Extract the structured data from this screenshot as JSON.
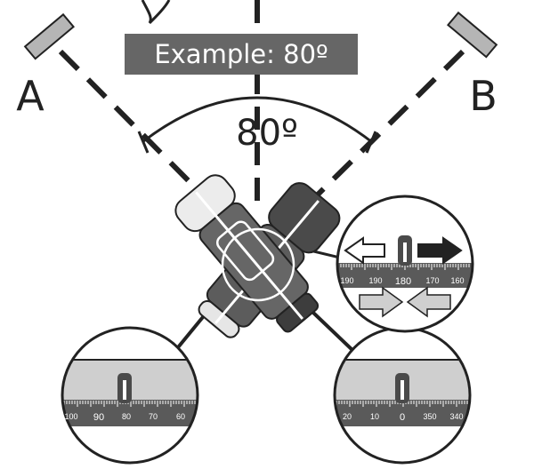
{
  "banner": {
    "text": "Example: 80º"
  },
  "angle_label": "80º",
  "markers": {
    "a": "A",
    "b": "B"
  },
  "scales": {
    "left": {
      "labels": [
        "100",
        "90",
        "80",
        "70",
        "60"
      ]
    },
    "right": {
      "labels": [
        "20",
        "10",
        "0",
        "350",
        "340"
      ]
    },
    "inset": {
      "labels": [
        "190",
        "190",
        "180",
        "170",
        "160"
      ]
    }
  },
  "colors": {
    "ink": "#222222",
    "banner_bg": "#666666",
    "scale_dark": "#5a5a5a",
    "scale_light": "#cfcfcf"
  }
}
